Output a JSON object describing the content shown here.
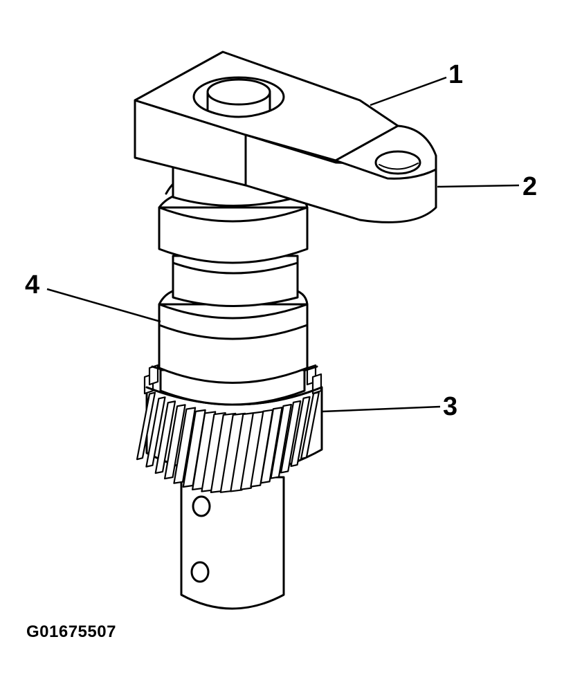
{
  "figure_id": "G01675507",
  "callouts": [
    {
      "number": "1"
    },
    {
      "number": "2"
    },
    {
      "number": "3"
    },
    {
      "number": "4"
    }
  ],
  "colors": {
    "line": "#000000",
    "background": "#ffffff"
  }
}
